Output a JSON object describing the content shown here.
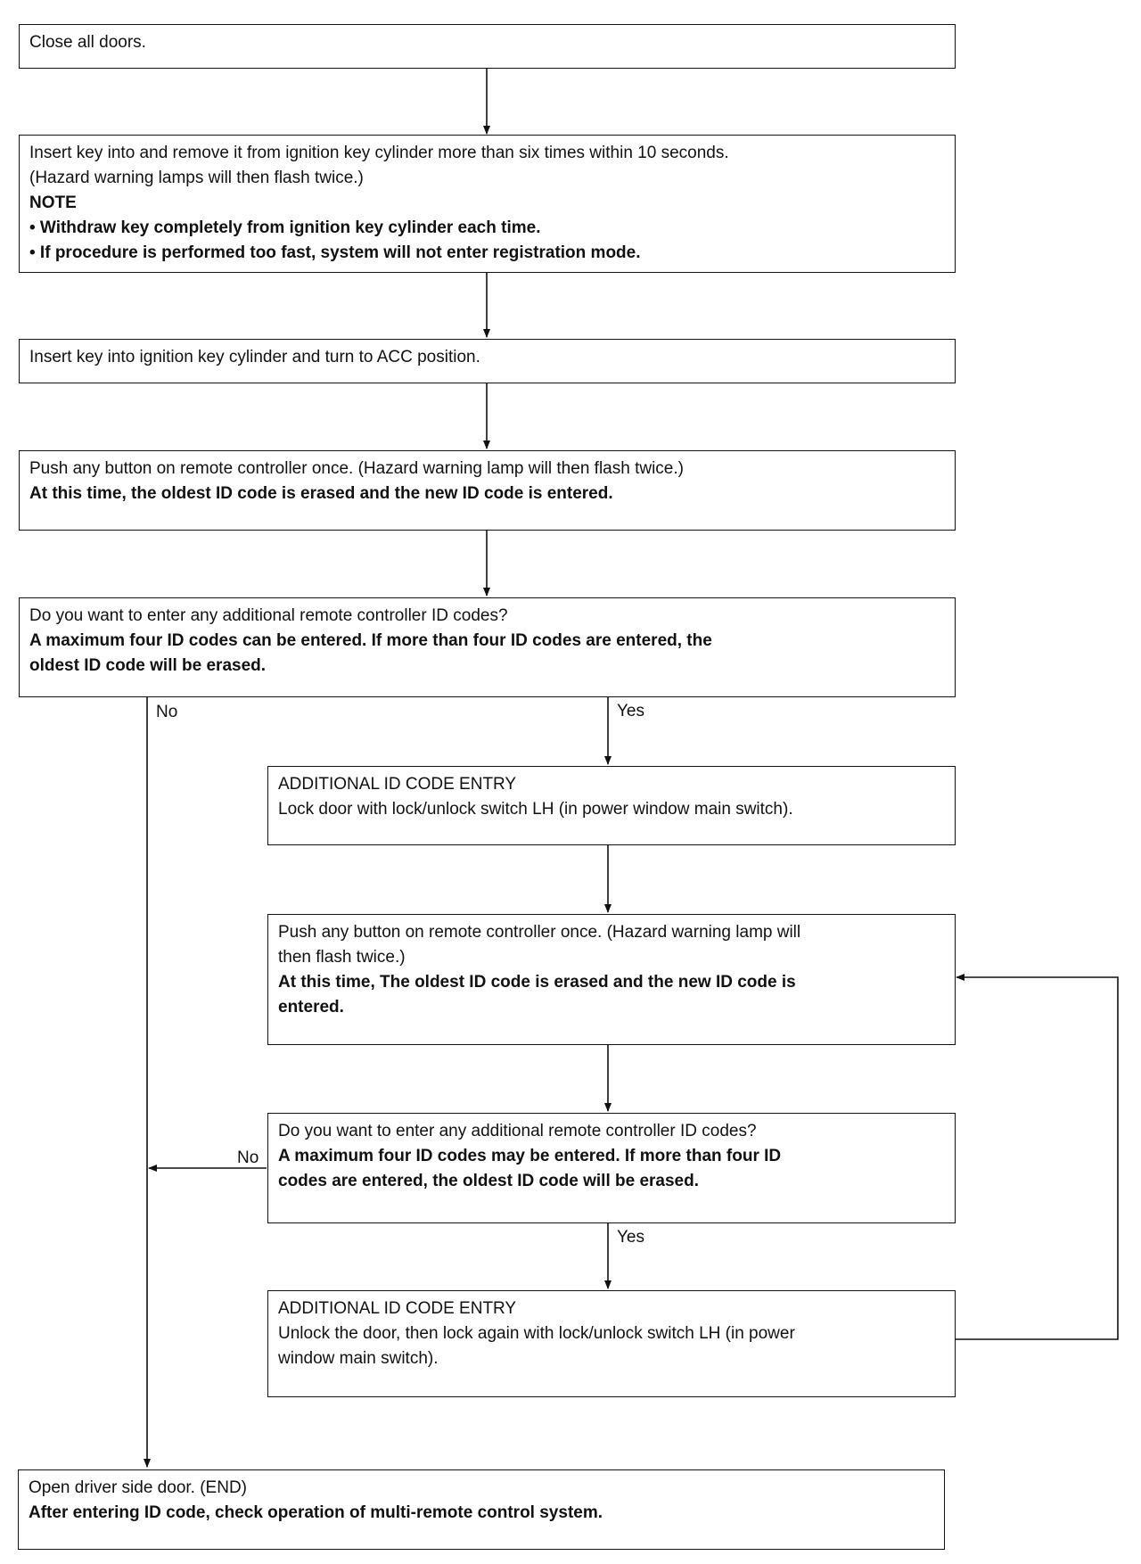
{
  "steps": {
    "close_doors": {
      "line1": "Close all doors."
    },
    "insert_remove": {
      "line1": "Insert key into and remove it from ignition key cylinder more than six times within 10 seconds.",
      "line2": "(Hazard warning lamps will then flash twice.)",
      "note_heading": "NOTE",
      "note1": "• Withdraw key completely from ignition key cylinder each time.",
      "note2": "• If procedure is performed too fast, system will not enter registration mode."
    },
    "acc_position": {
      "line1": "Insert key into ignition key cylinder and turn to ACC position."
    },
    "push_button_1": {
      "line1": "Push any button on remote controller once. (Hazard warning lamp will then flash twice.)",
      "bold1": "At this time, the oldest ID code is erased and the new ID code is entered."
    },
    "decision_1": {
      "line1": "Do you want to enter any additional remote controller ID codes?",
      "bold1": "A maximum four ID codes can be entered. If more than four ID codes are entered, the",
      "bold2": "oldest ID code will be erased."
    },
    "additional_entry_1": {
      "title": "ADDITIONAL ID CODE ENTRY",
      "line1": "Lock door with lock/unlock switch LH (in power window main switch)."
    },
    "push_button_2": {
      "line1": "Push any button on remote controller once. (Hazard warning lamp will",
      "line2": "then flash twice.)",
      "bold1": "At this time, The oldest ID code is erased and the new ID code is",
      "bold2": "entered."
    },
    "decision_2": {
      "line1": "Do you want to enter any additional remote controller ID codes?",
      "bold1": "A maximum four ID codes may be entered. If more than four ID",
      "bold2": "codes are entered, the oldest ID code will be erased."
    },
    "additional_entry_2": {
      "title": "ADDITIONAL ID CODE ENTRY",
      "line1": "Unlock the door, then lock again with lock/unlock switch LH (in power",
      "line2": "window main switch)."
    },
    "end": {
      "line1": "Open driver side door. (END)",
      "bold1": "After entering ID code, check operation of multi-remote control system."
    }
  },
  "labels": {
    "no_1": "No",
    "yes_1": "Yes",
    "no_2": "No",
    "yes_2": "Yes"
  }
}
